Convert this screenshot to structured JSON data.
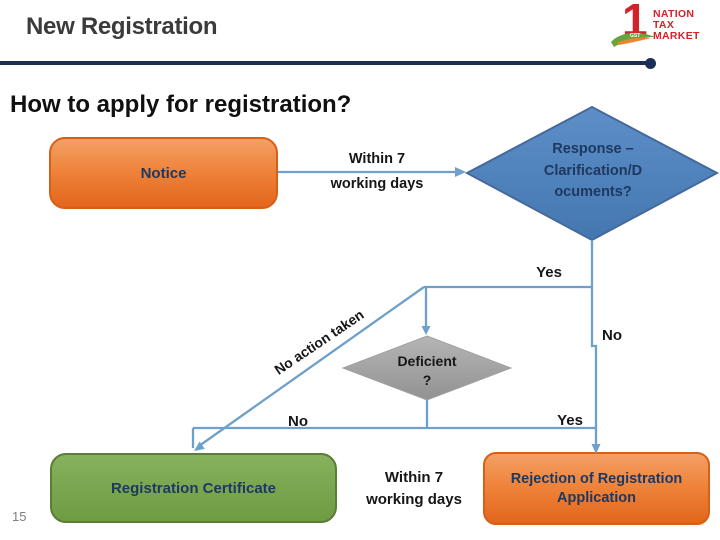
{
  "header": {
    "title": "New Registration",
    "logo": {
      "number": "1",
      "gst": "GST",
      "lines": [
        "NATION",
        "TAX",
        "MARKET"
      ]
    }
  },
  "slide": {
    "title": "How to apply for registration?",
    "page_number": "15"
  },
  "flow": {
    "notice": "Notice",
    "within_top": "Within 7\nworking days",
    "response": "Response –\nClarification/D\nocuments?",
    "yes_right": "Yes",
    "no_right": "No",
    "no_action": "No action taken",
    "deficient": "Deficient\n?",
    "no_bottom": "No",
    "yes_bottom": "Yes",
    "within_bottom": "Within 7\nworking days",
    "registration_certificate": "Registration Certificate",
    "rejection": "Rejection of Registration\nApplication"
  },
  "colors": {
    "accent_orange": "#ED7D31",
    "accent_blue": "#4E81BD",
    "accent_green": "#76A24C",
    "accent_gray": "#A6A6A6",
    "connector_blue": "#6FA0CB",
    "navy_text": "#1F3860",
    "header_rule_navy": "#1B2F55",
    "logo_red": "#D2232A",
    "logo_green": "#6AA23C"
  }
}
